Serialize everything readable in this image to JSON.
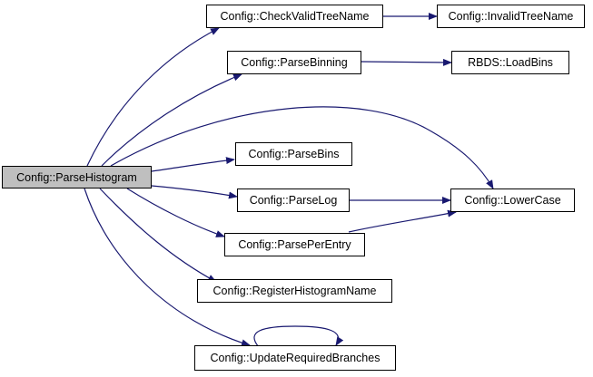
{
  "colors": {
    "edge": "#191970",
    "node_border": "#000000",
    "node_fill": "#ffffff",
    "current_fill": "#bfbfbf"
  },
  "nodes": {
    "parse_histogram": "Config::ParseHistogram",
    "check_valid_tree_name": "Config::CheckValidTreeName",
    "invalid_tree_name": "Config::InvalidTreeName",
    "parse_binning": "Config::ParseBinning",
    "load_bins": "RBDS::LoadBins",
    "parse_bins": "Config::ParseBins",
    "parse_log": "Config::ParseLog",
    "lower_case": "Config::LowerCase",
    "parse_per_entry": "Config::ParsePerEntry",
    "register_histogram_name": "Config::RegisterHistogramName",
    "update_required_branches": "Config::UpdateRequiredBranches"
  }
}
